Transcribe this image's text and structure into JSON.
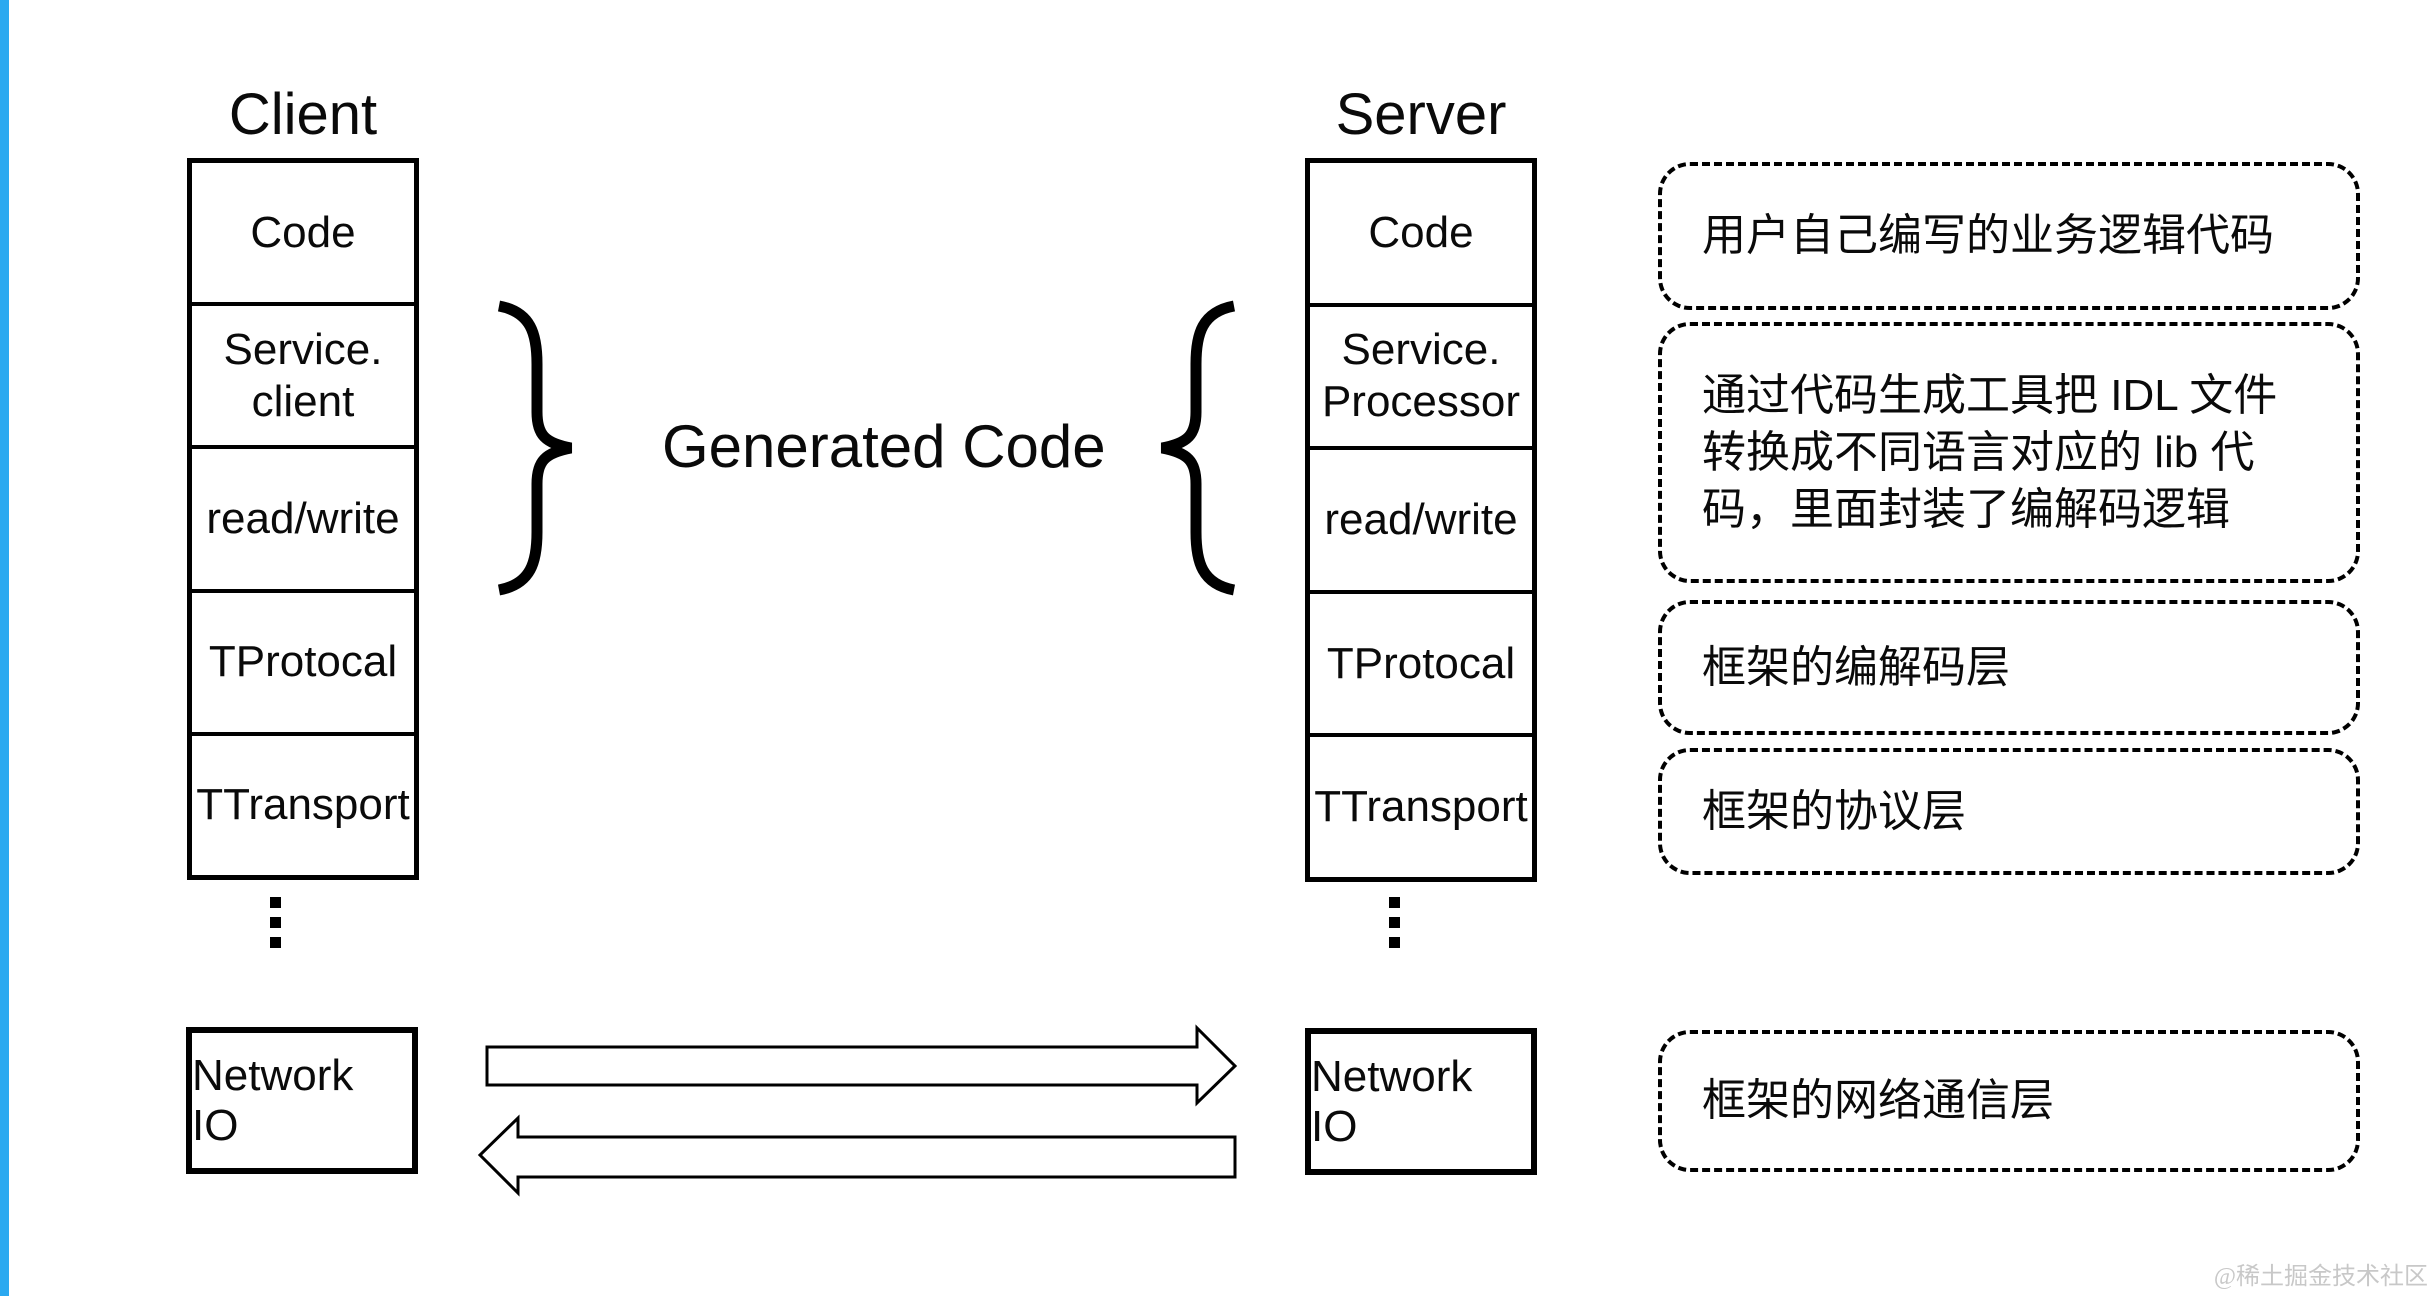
{
  "colors": {
    "accent_bar": "#2BA9F0",
    "diagram_ink": "#000000",
    "watermark_gray": "#C8C8C8"
  },
  "client": {
    "title": "Client",
    "layers": [
      "Code",
      "Service.\nclient",
      "read/write",
      "TProtocal",
      "TTransport"
    ],
    "network_layer": "Network IO"
  },
  "server": {
    "title": "Server",
    "layers": [
      "Code",
      "Service.\nProcessor",
      "read/write",
      "TProtocal",
      "TTransport"
    ],
    "network_layer": "Network IO"
  },
  "middle": {
    "generated_code_label": "Generated Code"
  },
  "annotations": {
    "user_code": "用户自己编写的业务逻辑代码",
    "generated_lib": "通过代码生成工具把 IDL 文件\n转换成不同语言对应的 lib 代\n码，里面封装了编解码逻辑",
    "codec_layer": "框架的编解码层",
    "protocol_layer": "框架的协议层",
    "network_layer": "框架的网络通信层"
  },
  "icons": {
    "left_brace": "curly-brace-closing",
    "right_brace": "curly-brace-opening",
    "ellipsis": "vertical-ellipsis",
    "request_arrow": "block-arrow-right",
    "response_arrow": "block-arrow-left"
  },
  "watermark": "@稀土掘金技术社区"
}
